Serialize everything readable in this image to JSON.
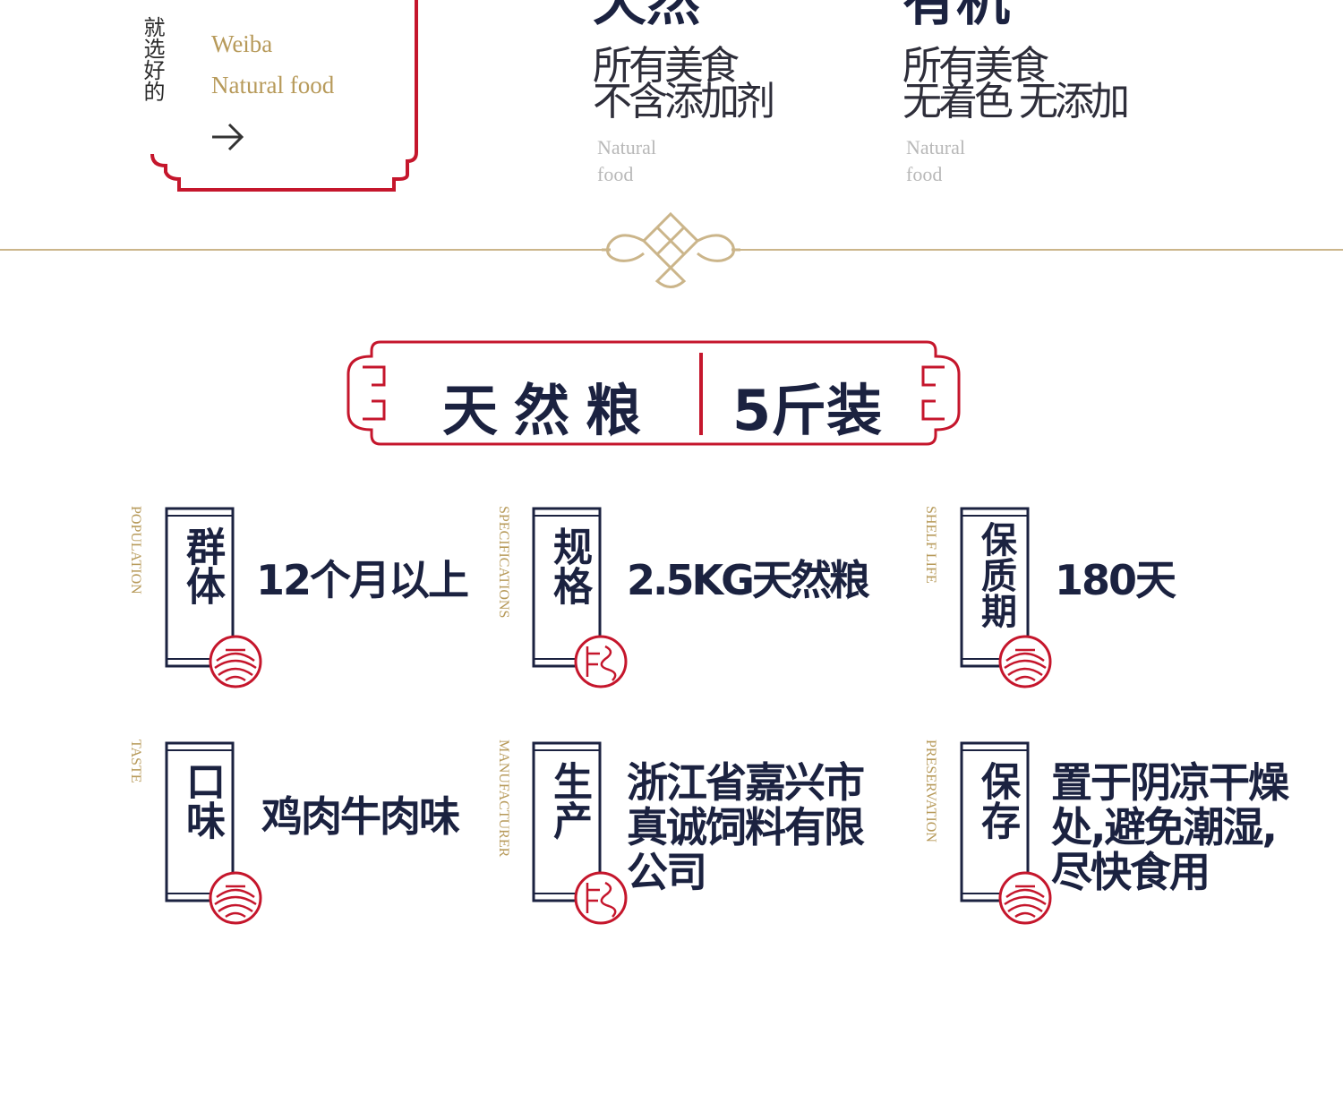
{
  "banner": {
    "vertical_text": "就选好的",
    "brand_line1": "Weiba",
    "brand_line2": "Natural food",
    "features": [
      {
        "title": "天然",
        "line1": "所有美食",
        "line2": "不含添加剂",
        "en1": "Natural",
        "en2": "food"
      },
      {
        "title": "有机",
        "line1": "所有美食",
        "line2": "无着色 无添加",
        "en1": "Natural",
        "en2": "food"
      }
    ]
  },
  "plaque": {
    "left_text": "天然粮",
    "right_text": "5斤装"
  },
  "specs": [
    {
      "en": "POPULATION",
      "label": "群体",
      "value": "12个月以上"
    },
    {
      "en": "SPECIFICATIONS",
      "label": "规格",
      "value": "2.5KG天然粮"
    },
    {
      "en": "SHELF LIFE",
      "label": "保质期",
      "value": "180天"
    },
    {
      "en": "TASTE",
      "label": "口味",
      "value": "鸡肉牛肉味"
    },
    {
      "en": "MANUFACTURER",
      "label": "生产",
      "value_lines": [
        "浙江省嘉兴市",
        "真诚饲料有限",
        "公司"
      ]
    },
    {
      "en": "PRESERVATION",
      "label": "保存",
      "value_lines": [
        "置于阴凉干燥",
        "处,避免潮湿,",
        "尽快食用"
      ]
    }
  ],
  "colors": {
    "navy": "#1b2240",
    "red": "#c5162c",
    "gold": "#b79a5a",
    "divider": "#cbb58a"
  },
  "icons": [
    "arrow-right-icon",
    "chinese-knot-icon",
    "seal-wave-icon",
    "seal-swirl-icon"
  ]
}
